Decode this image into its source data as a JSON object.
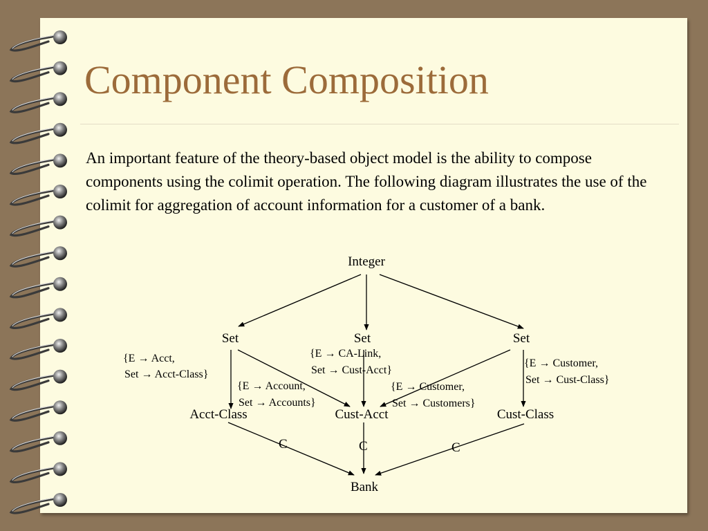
{
  "slide": {
    "title": "Component Composition",
    "body": "An important feature of the theory-based object model is the ability to compose components using the colimit operation.  The following diagram illustrates the use of the colimit for aggregation of account information for a customer of a bank."
  },
  "diagram": {
    "nodes": {
      "integer": "Integer",
      "set_left": "Set",
      "set_mid": "Set",
      "set_right": "Set",
      "acct_class": "Acct-Class",
      "cust_acct": "Cust-Acct",
      "cust_class": "Cust-Class",
      "bank": "Bank"
    },
    "mappings": {
      "left_1": "{E → Acct,",
      "left_2": " Set → Acct-Class}",
      "mid_1": "{E → CA-Link,",
      "mid_2": " Set → Cust-Acct}",
      "right_1": "{E → Customer,",
      "right_2": " Set → Cust-Class}",
      "cross_left_1": "{E → Account,",
      "cross_left_2": " Set → Accounts}",
      "cross_right_1": "{E → Customer,",
      "cross_right_2": " Set → Customers}"
    },
    "colimit_labels": {
      "left": "C",
      "mid": "C",
      "right": "C"
    }
  },
  "colors": {
    "background": "#8c7559",
    "paper": "#fdfbe0",
    "title": "#9c6b3a"
  }
}
